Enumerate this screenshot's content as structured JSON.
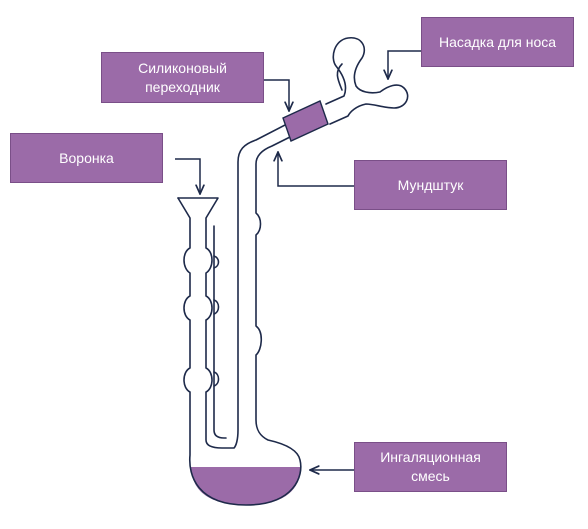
{
  "labels": {
    "nose_attachment": "Насадка для носа",
    "silicone_adapter_line1": "Силиконовый",
    "silicone_adapter_line2": "переходник",
    "funnel": "Воронка",
    "mouthpiece": "Мундштук",
    "inhalation_mix_line1": "Ингаляционная",
    "inhalation_mix_line2": "смесь"
  },
  "colors": {
    "label_fill": "#9b6ba8",
    "label_text": "#ffffff",
    "liquid": "#9b6ba8",
    "glass_outline": "#1e2a4a",
    "adapter": "#9b6ba8"
  }
}
